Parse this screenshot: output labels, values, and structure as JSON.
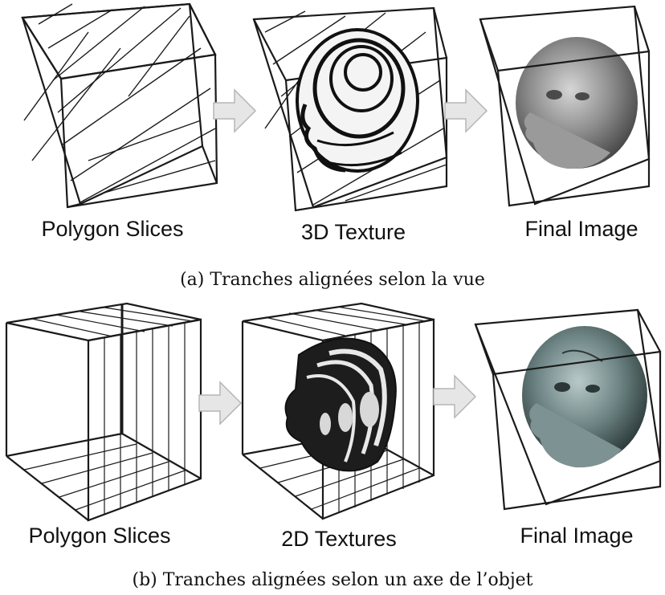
{
  "panel_a": {
    "stage_labels": [
      "Polygon Slices",
      "3D Texture",
      "Final Image"
    ],
    "caption": "(a) Tranches alignées selon la vue"
  },
  "panel_b": {
    "stage_labels": [
      "Polygon Slices",
      "2D Textures",
      "Final Image"
    ],
    "caption": "(b) Tranches alignées selon un axe de l’objet"
  },
  "colors": {
    "line": "#1a1a1a",
    "arrow_fill": "#e6e6e6",
    "arrow_stroke": "#b5b5b5",
    "head_a": "#8a8a8a",
    "head_b": "#5f7272"
  },
  "icons": [
    "slice-cube",
    "arrow-right-icon",
    "head-volume"
  ]
}
